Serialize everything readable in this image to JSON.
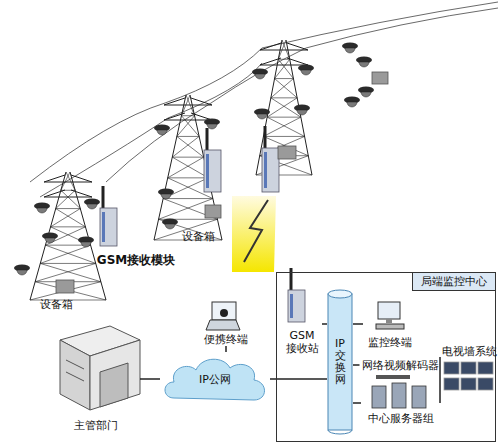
{
  "diagram": {
    "nodes": [
      {
        "text": [
          "GSM接收模块"
        ]
      },
      {
        "text": [
          "设备箱"
        ]
      },
      {
        "text": [
          "设备箱"
        ]
      },
      {
        "text": [
          "局端监控中心"
        ]
      },
      {
        "text": [
          "GSM 接收站"
        ],
        "in": 3
      },
      {
        "text": [
          "IP交换网"
        ],
        "in": 3
      },
      {
        "text": [
          "监控终端"
        ],
        "in": 3
      },
      {
        "text": [
          "网络视频解码器"
        ],
        "in": 3
      },
      {
        "text": [
          "电视墙系统"
        ],
        "in": 3
      },
      {
        "text": [
          "中心服务器组"
        ],
        "in": 3
      },
      {
        "text": [
          "便携终端"
        ]
      },
      {
        "text": [
          "IP公网"
        ]
      },
      {
        "text": [
          "主管部门"
        ]
      }
    ],
    "edges": [
      {
        "from": 12,
        "to": 11,
        "arrow": "none"
      },
      {
        "from": 10,
        "to": 11,
        "arrow": "none"
      },
      {
        "from": 11,
        "to": 5,
        "arrow": "none"
      },
      {
        "from": 4,
        "to": 5,
        "arrow": "none"
      },
      {
        "from": 6,
        "to": 5,
        "arrow": "none"
      },
      {
        "from": 7,
        "to": 5,
        "arrow": "none"
      },
      {
        "from": 9,
        "to": 5,
        "arrow": "none"
      },
      {
        "from": 7,
        "to": 8,
        "arrow": "none"
      }
    ]
  }
}
